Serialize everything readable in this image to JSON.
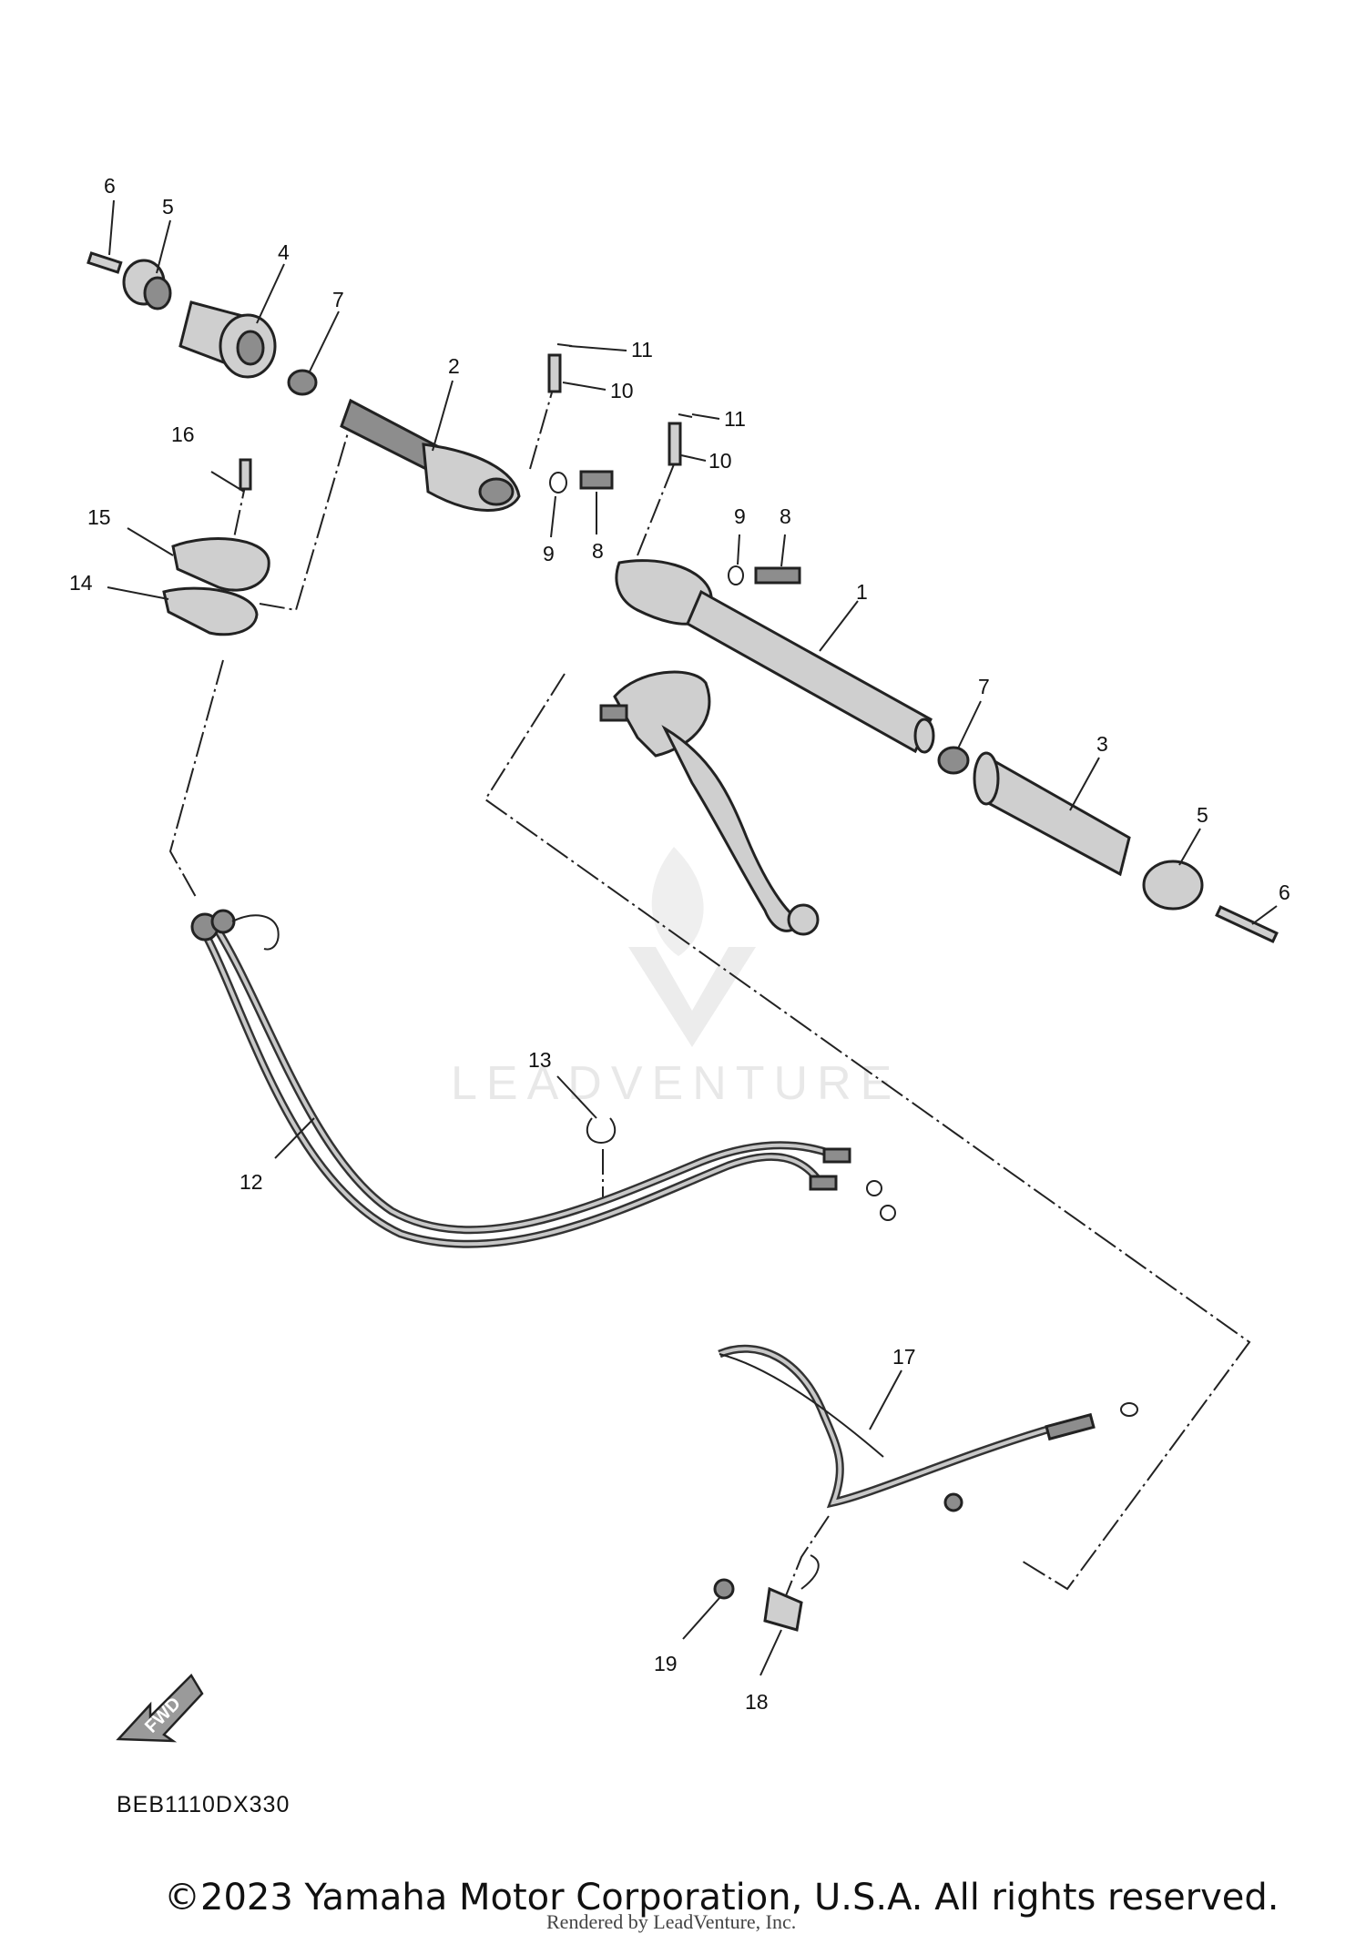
{
  "diagram_code": "BEB1110DX330",
  "fwd_label": "FWD",
  "watermark_text": "LEADVENTURE",
  "rendered_by": "Rendered by LeadVenture, Inc.",
  "copyright": "©2023 Yamaha Motor Corporation, U.S.A. All rights reserved.",
  "callouts": [
    "1",
    "2",
    "3",
    "4",
    "5",
    "6",
    "7",
    "8",
    "9",
    "10",
    "11",
    "12",
    "13",
    "14",
    "15",
    "16",
    "17",
    "18",
    "19",
    "5",
    "6",
    "7",
    "8",
    "9",
    "10",
    "11"
  ]
}
